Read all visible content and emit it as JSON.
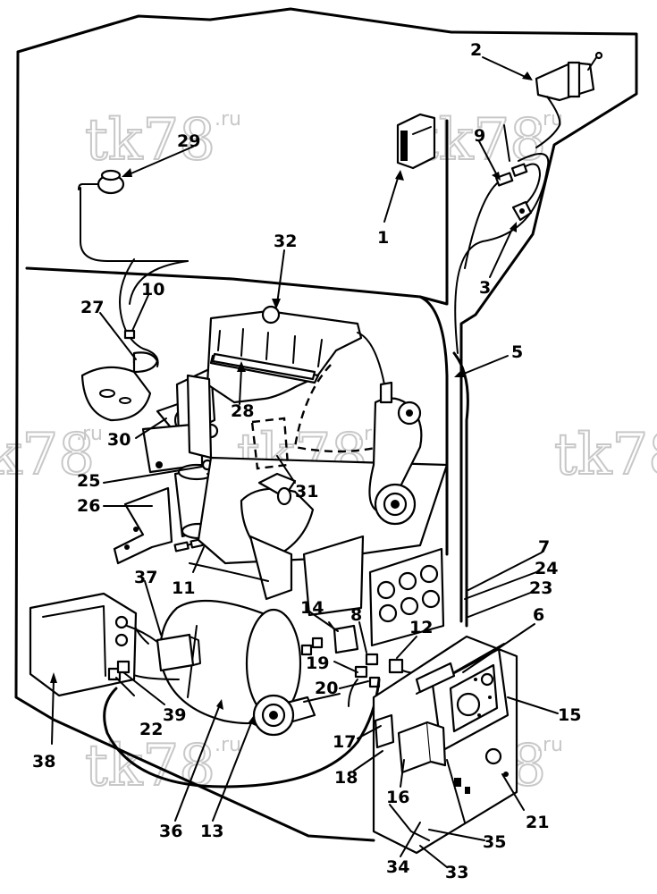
{
  "watermark": {
    "text": "tk78",
    "suffix": ".ru"
  },
  "labels": {
    "l1": "1",
    "l2": "2",
    "l3": "3",
    "l5": "5",
    "l6": "6",
    "l7": "7",
    "l8": "8",
    "l9": "9",
    "l10": "10",
    "l11": "11",
    "l12": "12",
    "l13": "13",
    "l14": "14",
    "l15": "15",
    "l16": "16",
    "l17": "17",
    "l18": "18",
    "l19": "19",
    "l20": "20",
    "l21": "21",
    "l22": "22",
    "l23": "23",
    "l24": "24",
    "l25": "25",
    "l26": "26",
    "l27": "27",
    "l28": "28",
    "l29": "29",
    "l30": "30",
    "l31": "31",
    "l32": "32",
    "l33": "33",
    "l34": "34",
    "l35": "35",
    "l36": "36",
    "l37": "37",
    "l38": "38",
    "l39": "39"
  }
}
